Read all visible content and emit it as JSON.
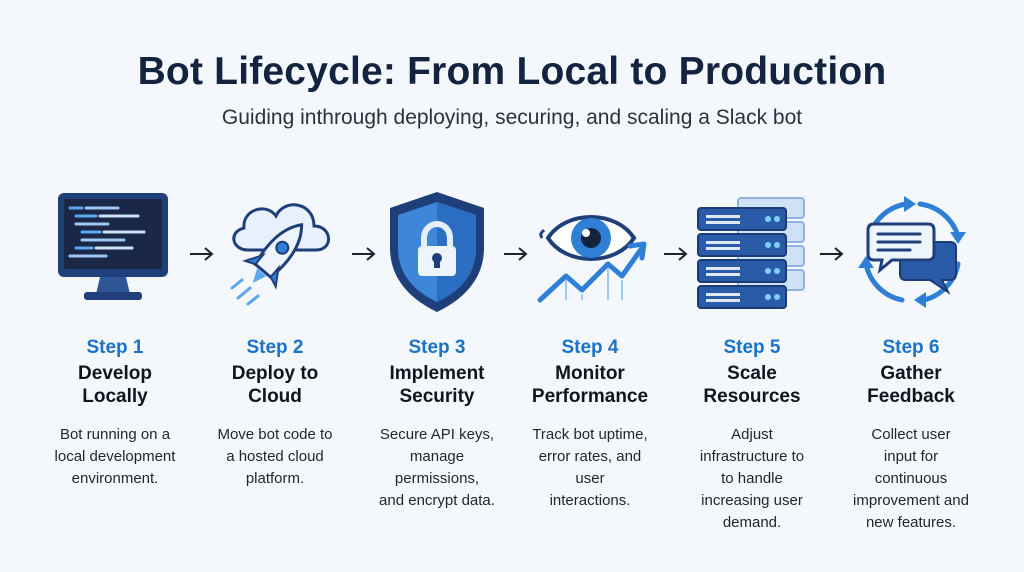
{
  "title": "Bot Lifecycle: From Local to Production",
  "subtitle": "Guiding inthrough deploying, securing, and scaling a Slack bot",
  "colors": {
    "accent": "#1a73c9",
    "dark_blue": "#1f3f7a",
    "light_blue": "#cfe1f5",
    "title": "#14233f"
  },
  "steps": [
    {
      "number": "Step 1",
      "title_lines": [
        "Develop",
        "Locally"
      ],
      "desc_lines": [
        "Bot running on a",
        "local development",
        "environment."
      ],
      "icon": "monitor-code-icon"
    },
    {
      "number": "Step 2",
      "title_lines": [
        "Deploy to",
        "Cloud"
      ],
      "desc_lines": [
        "Move bot code to",
        "a hosted cloud",
        "platform."
      ],
      "icon": "rocket-cloud-icon"
    },
    {
      "number": "Step 3",
      "title_lines": [
        "Implement",
        "Security"
      ],
      "desc_lines": [
        "Secure API keys,",
        "manage",
        "permissions,",
        "and encrypt data."
      ],
      "icon": "shield-lock-icon"
    },
    {
      "number": "Step 4",
      "title_lines": [
        "Monitor",
        "Performance"
      ],
      "desc_lines": [
        "Track bot uptime,",
        "error rates, and",
        "user",
        "interactions."
      ],
      "icon": "eye-trend-icon"
    },
    {
      "number": "Step 5",
      "title_lines": [
        "Scale",
        "Resources"
      ],
      "desc_lines": [
        "Adjust",
        "infrastructure to",
        "to handle",
        "increasing user",
        "demand."
      ],
      "icon": "server-stack-icon"
    },
    {
      "number": "Step 6",
      "title_lines": [
        "Gather",
        "Feedback"
      ],
      "desc_lines": [
        "Collect user",
        "input for",
        "continuous",
        "improvement and",
        "new features."
      ],
      "icon": "chat-cycle-icon"
    }
  ]
}
